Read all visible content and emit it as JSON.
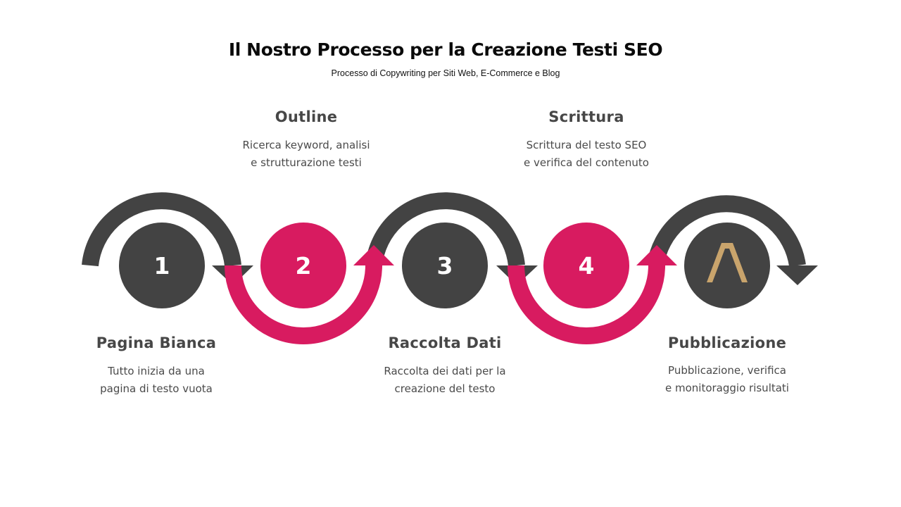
{
  "header": {
    "title": "Il Nostro Processo per la Creazione Testi SEO",
    "subtitle": "Processo di Copywriting per Siti Web, E-Commerce e Blog"
  },
  "colors": {
    "dark": "#434343",
    "accent": "#d81b60",
    "logo": "#c9a46c"
  },
  "steps": [
    {
      "number": "1",
      "title": "Pagina Bianca",
      "desc": [
        "Tutto inizia da una",
        "pagina di testo vuota"
      ]
    },
    {
      "number": "2",
      "title": "Outline",
      "desc": [
        "Ricerca keyword, analisi",
        "e strutturazione testi"
      ]
    },
    {
      "number": "3",
      "title": "Raccolta Dati",
      "desc": [
        "Raccolta dei dati per la",
        "creazione del testo"
      ]
    },
    {
      "number": "4",
      "title": "Scrittura",
      "desc": [
        "Scrittura del testo SEO",
        "e verifica del contenuto"
      ]
    },
    {
      "number": "",
      "title": "Pubblicazione",
      "desc": [
        "Pubblicazione, verifica",
        "e monitoraggio risultati"
      ],
      "icon": "brand-logo-icon"
    }
  ]
}
